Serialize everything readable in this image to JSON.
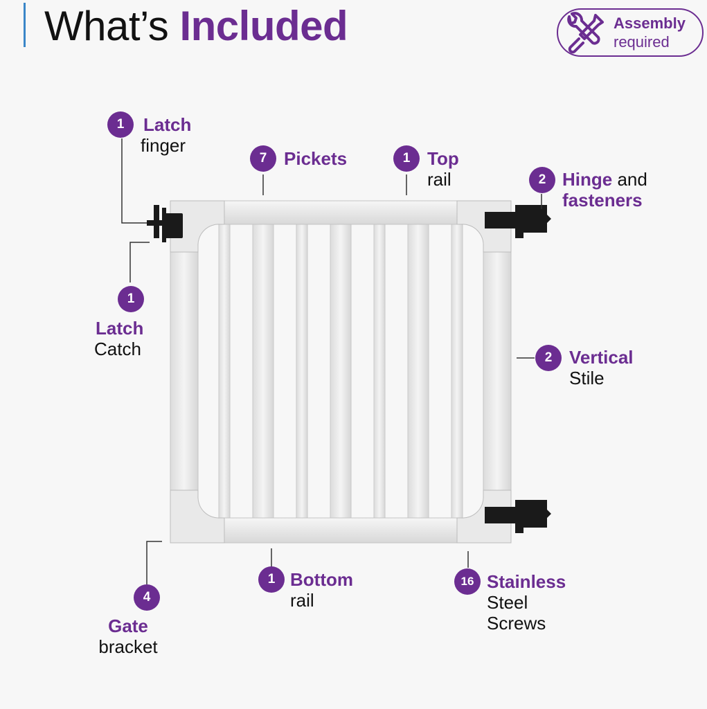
{
  "header": {
    "title_plain": "What’s",
    "title_emphasis": "Included"
  },
  "assembly_badge": {
    "line1": "Assembly",
    "line2": "required",
    "icon": "wrench-screwdriver-icon"
  },
  "colors": {
    "accent": "#6b2d91",
    "title_bar": "#3a86c8",
    "gate_fill": "#eeeeee",
    "hardware": "#1a1a1a"
  },
  "components": {
    "latch_finger": {
      "qty": "1",
      "name": "Latch",
      "desc": "finger"
    },
    "pickets": {
      "qty": "7",
      "name": "Pickets",
      "desc": ""
    },
    "top_rail": {
      "qty": "1",
      "name": "Top",
      "desc": "rail"
    },
    "hinge": {
      "qty": "2",
      "name": "Hinge",
      "desc": "and",
      "name2": "fasteners"
    },
    "latch_catch": {
      "qty": "1",
      "name": "Latch",
      "desc": "Catch"
    },
    "vertical_stile": {
      "qty": "2",
      "name": "Vertical",
      "desc": "Stile"
    },
    "gate_bracket": {
      "qty": "4",
      "name": "Gate",
      "desc": "bracket"
    },
    "bottom_rail": {
      "qty": "1",
      "name": "Bottom",
      "desc": "rail"
    },
    "screws": {
      "qty": "16",
      "name": "Stainless",
      "desc": "Steel",
      "desc2": "Screws"
    }
  }
}
